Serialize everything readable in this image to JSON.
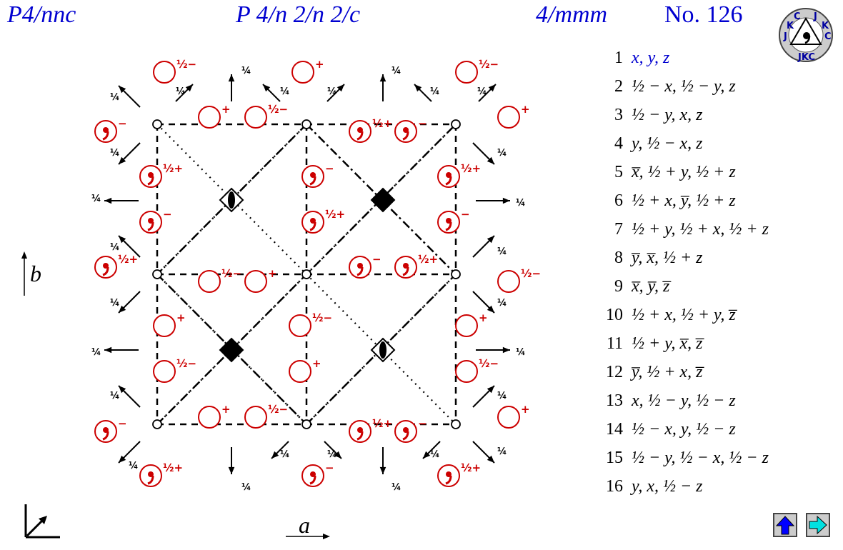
{
  "header": {
    "short_symbol": "P4/nnc",
    "full_symbol": "P 4/n 2/n 2/c",
    "point_group": "4/mmm",
    "number": "No. 126"
  },
  "logo": {
    "text": "JKC"
  },
  "axes": {
    "a": "a",
    "b": "b"
  },
  "fractions": {
    "quarter": "1/4",
    "half": "1/2"
  },
  "heights": {
    "plus": "+",
    "minus": "−",
    "half_plus": "½+",
    "half_minus": "½−",
    "quarter_label": "¼",
    "half_label": "½"
  },
  "symmetry_operations": [
    {
      "n": "1",
      "t": "x, y, z"
    },
    {
      "n": "2",
      "t": "½ − x, ½ − y, z"
    },
    {
      "n": "3",
      "t": "½ − y, x, z"
    },
    {
      "n": "4",
      "t": "y, ½ − x, z"
    },
    {
      "n": "5",
      "t": "x̅, ½ + y, ½ + z"
    },
    {
      "n": "6",
      "t": "½ + x, y̅, ½ + z"
    },
    {
      "n": "7",
      "t": "½ + y, ½ + x, ½ + z"
    },
    {
      "n": "8",
      "t": "y̅, x̅, ½ + z"
    },
    {
      "n": "9",
      "t": "x̅, y̅, z̅"
    },
    {
      "n": "10",
      "t": "½ + x, ½ + y, z̅"
    },
    {
      "n": "11",
      "t": "½ + y, x̅, z̅"
    },
    {
      "n": "12",
      "t": "y̅, ½ + x, z̅"
    },
    {
      "n": "13",
      "t": "x, ½ − y, ½ − z"
    },
    {
      "n": "14",
      "t": "½ − x, y, ½ − z"
    },
    {
      "n": "15",
      "t": "½ − y, ½ − x, ½ − z"
    },
    {
      "n": "16",
      "t": "y, x, ½ − z"
    }
  ],
  "nav": {
    "up": "up-arrow-icon",
    "next": "right-arrow-icon"
  },
  "colors": {
    "title": "#0000d0",
    "marks": "#cc0000",
    "lines": "#000000"
  }
}
